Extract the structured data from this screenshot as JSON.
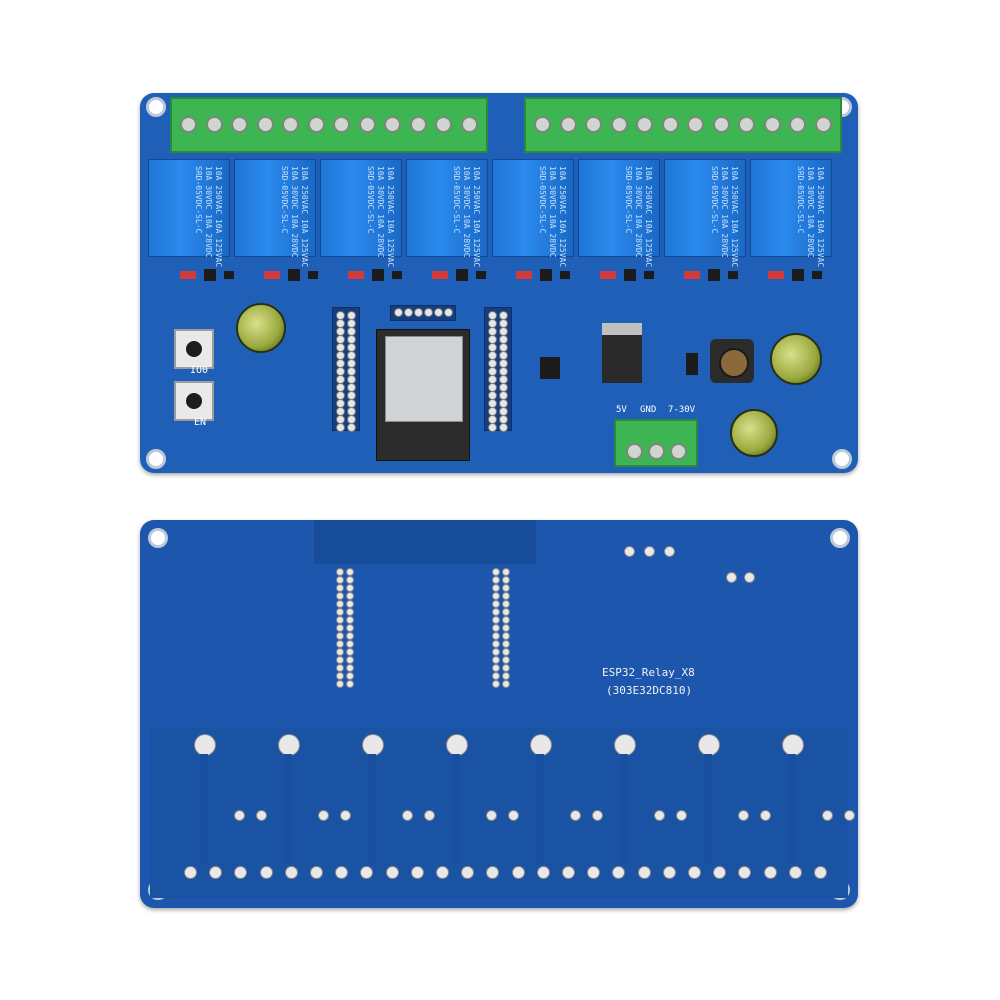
{
  "top_board": {
    "relay_label": "10A 250VAC 10A 125VAC\n10A 30VDC 10A 28VDC\nSRD-05VDC-SL-C",
    "button_labels": [
      "IO0",
      "EN"
    ],
    "power_labels": [
      "5V",
      "GND",
      "7-30V"
    ]
  },
  "bottom_board": {
    "board_name": "ESP32_Relay_X8",
    "board_code": "(303E32DC810)"
  },
  "colors": {
    "pcb": "#1f5fb8",
    "terminal": "#3db552",
    "relay": "#2b8aee"
  }
}
